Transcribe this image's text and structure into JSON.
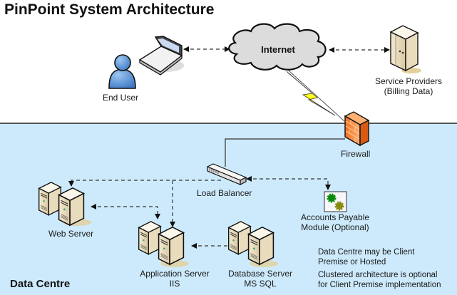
{
  "title": "PinPoint System Architecture",
  "zones": {
    "data_centre": {
      "label": "Data Centre",
      "background": "#cdeafc"
    }
  },
  "nodes": {
    "end_user": {
      "label": "End User"
    },
    "internet": {
      "label": "Internet"
    },
    "service_providers": {
      "label_line1": "Service Providers",
      "label_line2": "(Billing Data)"
    },
    "firewall": {
      "label": "Firewall"
    },
    "load_balancer": {
      "label": "Load Balancer"
    },
    "web_server": {
      "label": "Web Server"
    },
    "application_server": {
      "label_line1": "Application Server",
      "label_line2": "IIS"
    },
    "database_server": {
      "label_line1": "Database Server",
      "label_line2": "MS SQL"
    },
    "accounts_payable": {
      "label_line1": "Accounts Payable",
      "label_line2": "Module (Optional)"
    }
  },
  "notes": {
    "note1_line1": "Data Centre may be Client",
    "note1_line2": "Premise or Hosted",
    "note2_line1": "Clustered architecture is optional",
    "note2_line2": "for Client Premise implementation"
  },
  "connections": [
    {
      "from": "laptop",
      "to": "internet",
      "style": "dashed",
      "arrows": "both"
    },
    {
      "from": "internet",
      "to": "service_providers",
      "style": "dashed",
      "arrows": "both"
    },
    {
      "from": "internet",
      "to": "firewall",
      "style": "lightning"
    },
    {
      "from": "firewall",
      "to": "load_balancer",
      "style": "solid"
    },
    {
      "from": "load_balancer",
      "to": "web_server",
      "style": "dashed",
      "arrows": "both"
    },
    {
      "from": "load_balancer",
      "to": "application_server",
      "style": "dashed",
      "arrows": "end"
    },
    {
      "from": "load_balancer",
      "to": "accounts_payable",
      "style": "dashed",
      "arrows": "both"
    },
    {
      "from": "web_server",
      "to": "application_server",
      "style": "dashed",
      "arrows": "both"
    },
    {
      "from": "application_server",
      "to": "database_server",
      "style": "dashed",
      "arrows": "both"
    }
  ],
  "colors": {
    "cloud_fill": "#dcdcdc",
    "firewall": "#f07a2a",
    "lightning": "#ffff1a",
    "person": "#4f8fd6",
    "server": "#efe3c6",
    "gear_green": "#0a8a0a",
    "gear_olive": "#8a8a10"
  }
}
